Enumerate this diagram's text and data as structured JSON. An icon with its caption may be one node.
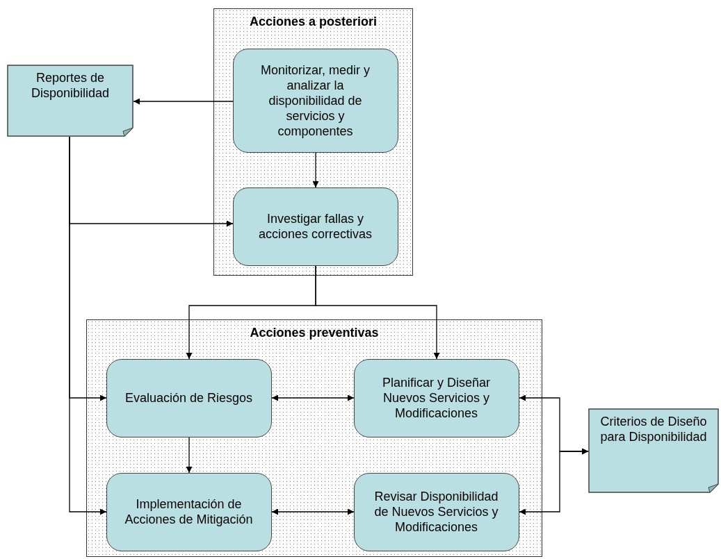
{
  "diagram": {
    "nodes": [
      {
        "text": [
          "Acciones a posteriori"
        ]
      },
      {
        "text": [
          "Monitorizar, medir y analizar la disponibilidad de servicios y componentes"
        ],
        "in": 0
      },
      {
        "text": [
          "Investigar fallas y acciones correctivas"
        ],
        "in": 0
      },
      {
        "text": [
          "Reportes de Disponibilidad"
        ]
      },
      {
        "text": [
          "Acciones preventivas"
        ]
      },
      {
        "text": [
          "Evaluación de Riesgos"
        ],
        "in": 4
      },
      {
        "text": [
          "Planificar y Diseñar Nuevos Servicios y Modificaciones"
        ],
        "in": 4
      },
      {
        "text": [
          "Implementación de Acciones de Mitigación"
        ],
        "in": 4
      },
      {
        "text": [
          "Revisar Disponibilidad de Nuevos Servicios y Modificaciones"
        ],
        "in": 4
      },
      {
        "text": [
          "Criterios de Diseño para Disponibilidad"
        ]
      }
    ],
    "edges": [
      {
        "from": 1,
        "to": 3,
        "arrow": "to"
      },
      {
        "from": 1,
        "to": 2,
        "arrow": "to"
      },
      {
        "from": 3,
        "to": 2,
        "arrow": "to"
      },
      {
        "from": 3,
        "to": 5,
        "arrow": "to"
      },
      {
        "from": 3,
        "to": 7,
        "arrow": "to"
      },
      {
        "from": 2,
        "to": 5,
        "arrow": "to"
      },
      {
        "from": 2,
        "to": 6,
        "arrow": "to"
      },
      {
        "from": 5,
        "to": 6,
        "arrow": "both"
      },
      {
        "from": 5,
        "to": 7,
        "arrow": "to"
      },
      {
        "from": 7,
        "to": 8,
        "arrow": "both"
      },
      {
        "from": 6,
        "to": 9,
        "arrow": "both"
      },
      {
        "from": 8,
        "to": 9,
        "arrow": "both"
      }
    ]
  }
}
